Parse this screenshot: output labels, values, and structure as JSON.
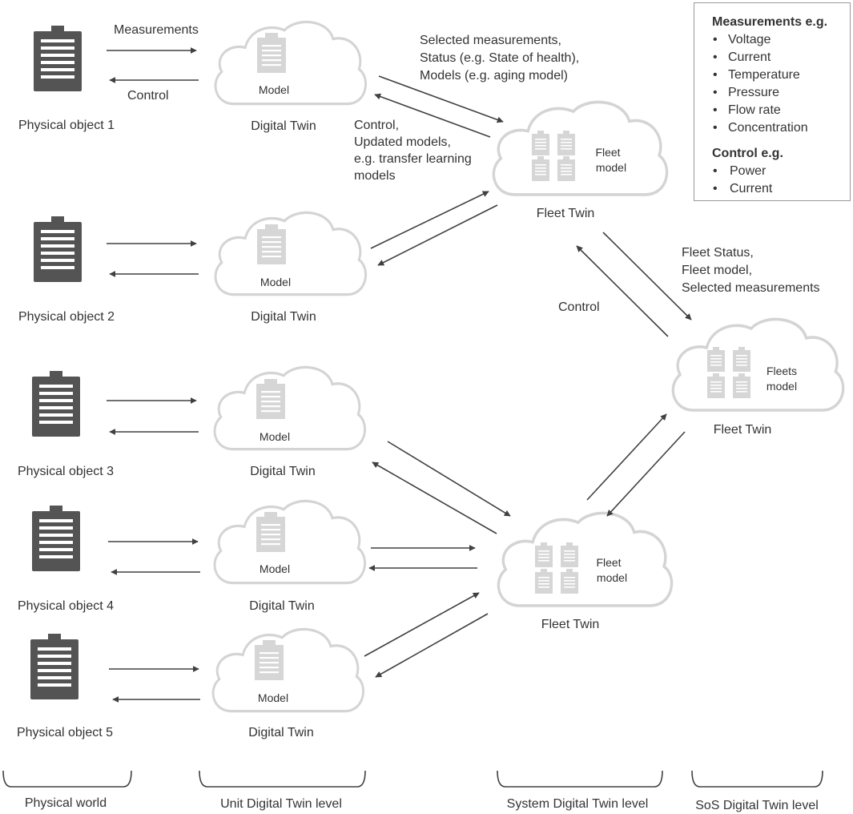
{
  "physical_objects": [
    {
      "label": "Physical object 1"
    },
    {
      "label": "Physical object 2"
    },
    {
      "label": "Physical object 3"
    },
    {
      "label": "Physical object 4"
    },
    {
      "label": "Physical object 5"
    }
  ],
  "digital_twins": [
    {
      "title": "Digital Twin",
      "model": "Model"
    },
    {
      "title": "Digital Twin",
      "model": "Model"
    },
    {
      "title": "Digital Twin",
      "model": "Model"
    },
    {
      "title": "Digital Twin",
      "model": "Model"
    },
    {
      "title": "Digital Twin",
      "model": "Model"
    }
  ],
  "fleet_twins": [
    {
      "title": "Fleet Twin",
      "model_line1": "Fleet",
      "model_line2": "model"
    },
    {
      "title": "Fleet Twin",
      "model_line1": "Fleet",
      "model_line2": "model"
    }
  ],
  "sos_twin": {
    "title": "Fleet Twin",
    "model_line1": "Fleets",
    "model_line2": "model"
  },
  "flow_labels": {
    "measurements": "Measurements",
    "control": "Control",
    "selected": [
      "Selected measurements,",
      "Status (e.g. State of health),",
      "Models (e.g. aging model)"
    ],
    "updated": [
      "Control,",
      "Updated models,",
      "e.g. transfer learning",
      "models"
    ],
    "fleet_status": [
      "Fleet Status,",
      "Fleet model,",
      "Selected measurements"
    ],
    "sos_control": "Control"
  },
  "legend": {
    "measurements_title": "Measurements e.g.",
    "measurements": [
      "Voltage",
      "Current",
      "Temperature",
      "Pressure",
      "Flow rate",
      "Concentration"
    ],
    "control_title": "Control e.g.",
    "control": [
      "Power",
      "Current"
    ]
  },
  "levels": [
    "Physical world",
    "Unit Digital Twin level",
    "System Digital Twin level",
    "SoS Digital Twin level"
  ],
  "colors": {
    "device": "#545454",
    "doc": "#d6d6d6",
    "cloud_stroke": "#d4d4d4",
    "arrow": "#404040"
  }
}
